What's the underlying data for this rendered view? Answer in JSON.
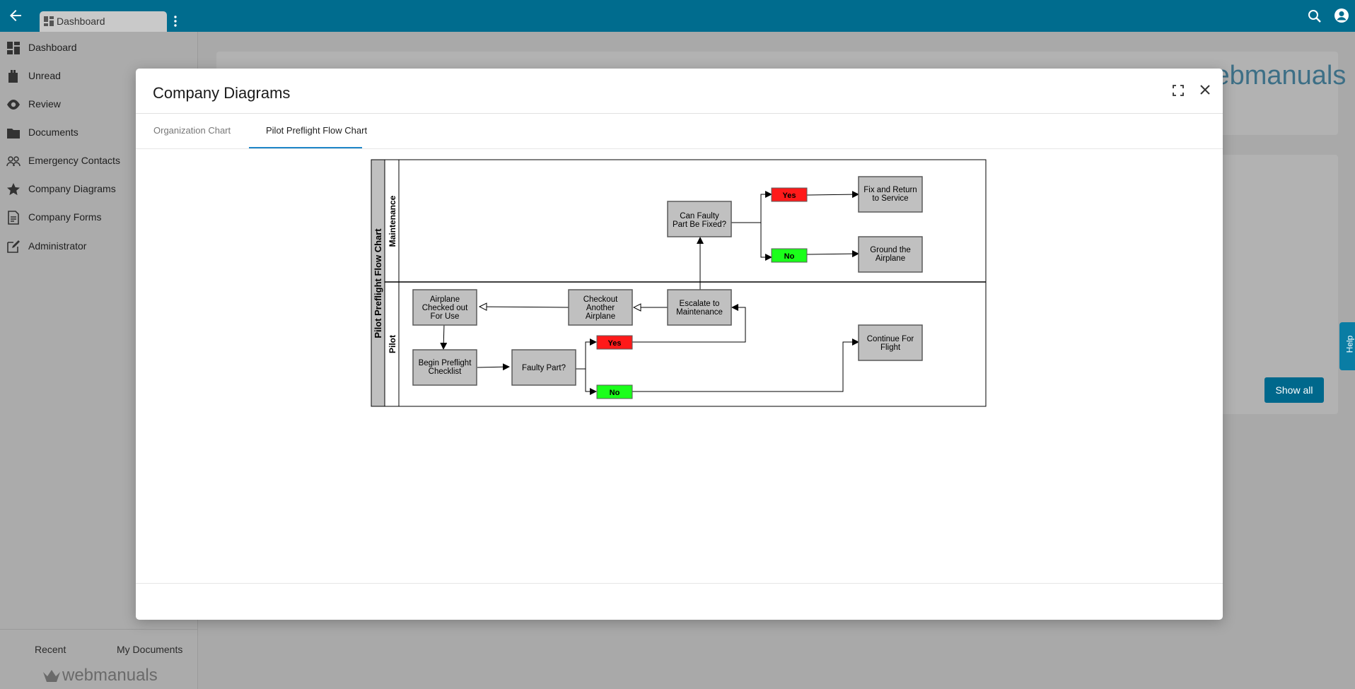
{
  "topbar": {
    "tab_label": "Dashboard",
    "icons": [
      "back-arrow-icon",
      "dashboard-icon",
      "kebab-icon",
      "search-icon",
      "user-icon"
    ]
  },
  "sidebar": {
    "items": [
      {
        "label": "Dashboard",
        "icon": "dashboard-icon"
      },
      {
        "label": "Unread",
        "icon": "unread-icon"
      },
      {
        "label": "Review",
        "icon": "eye-icon"
      },
      {
        "label": "Documents",
        "icon": "folder-icon"
      },
      {
        "label": "Emergency Contacts",
        "icon": "people-icon"
      },
      {
        "label": "Company Diagrams",
        "icon": "star-icon"
      },
      {
        "label": "Company Forms",
        "icon": "form-icon"
      },
      {
        "label": "Administrator",
        "icon": "edit-icon"
      }
    ],
    "recent_label": "Recent",
    "my_documents_label": "My Documents",
    "brand": "webmanuals"
  },
  "background": {
    "logo_text": "webmanuals",
    "show_all_label": "Show all",
    "help_label": "Help"
  },
  "modal": {
    "title": "Company Diagrams",
    "tabs": [
      {
        "label": "Organization Chart",
        "active": false
      },
      {
        "label": "Pilot Preflight Flow Chart",
        "active": true
      }
    ]
  },
  "diagram": {
    "pool_title": "Pilot Preflight Flow Chart",
    "lanes": [
      "Maintenance",
      "Pilot"
    ],
    "nodes": {
      "can_faulty": [
        "Can Faulty",
        "Part Be Fixed?"
      ],
      "fix_return": [
        "Fix and Return",
        "to Service"
      ],
      "ground": [
        "Ground the",
        "Airplane"
      ],
      "checked_out": [
        "Airplane",
        "Checked out",
        "For Use"
      ],
      "checkout_another": [
        "Checkout",
        "Another",
        "Airplane"
      ],
      "escalate": [
        "Escalate to",
        "Maintenance"
      ],
      "begin_checklist": [
        "Begin Preflight",
        "Checklist"
      ],
      "faulty_part": [
        "Faulty Part?"
      ],
      "continue_flight": [
        "Continue For",
        "Flight"
      ]
    },
    "yes_label": "Yes",
    "no_label": "No",
    "colors": {
      "yes": "#ff1a1a",
      "no": "#1aff1a",
      "box": "#c0c0c0",
      "lane_header": "#c0c0c0"
    }
  }
}
